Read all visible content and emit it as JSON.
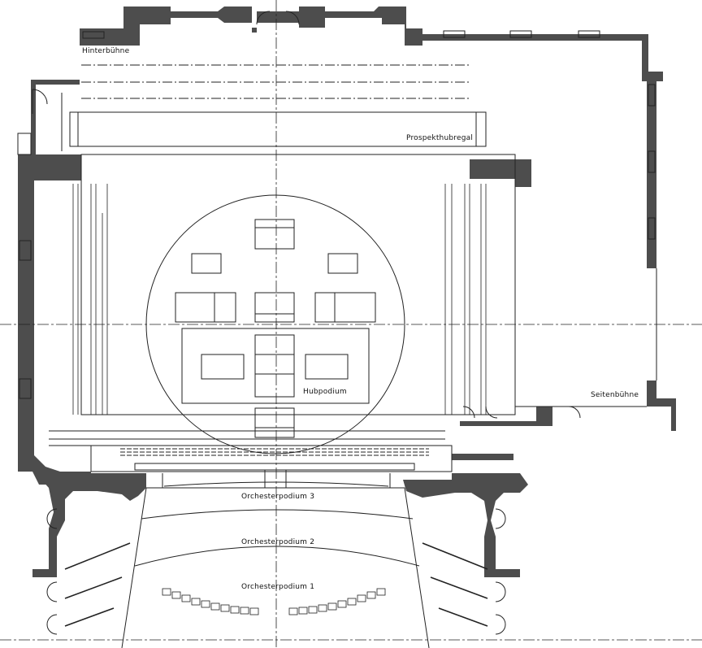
{
  "labels": {
    "hinterbuehne": "Hinterbühne",
    "prospekthubregal": "Prospekthubregal",
    "hubpodium": "Hubpodium",
    "seitenbuehne": "Seitenbühne",
    "orchesterpodium_3": "Orchesterpodium 3",
    "orchesterpodium_2": "Orchesterpodium 2",
    "orchesterpodium_1": "Orchesterpodium 1"
  },
  "colors": {
    "wall": "#4d4d4d",
    "line": "#222222",
    "background": "#ffffff"
  }
}
